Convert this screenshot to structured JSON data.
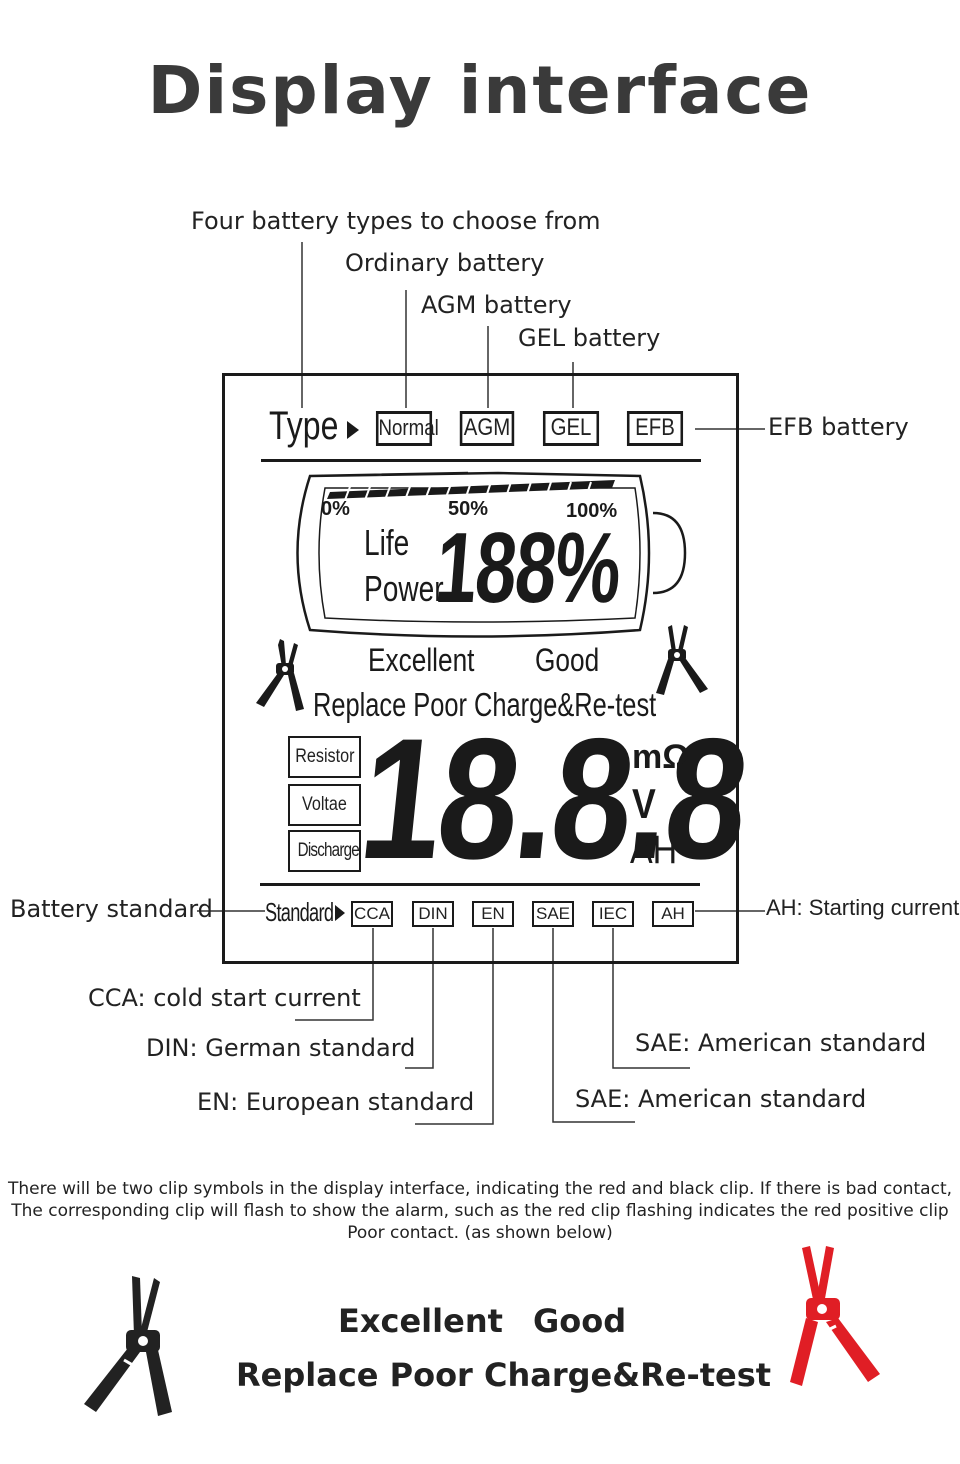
{
  "title": "Display interface",
  "callouts": {
    "four_types": "Four battery types to choose from",
    "ordinary": "Ordinary battery",
    "agm": "AGM battery",
    "gel": "GEL battery",
    "efb": "EFB battery",
    "battery_standard": "Battery standard",
    "ah_starting": "AH: Starting current",
    "cca": "CCA: cold start current",
    "din": "DIN: German standard",
    "en": "EN: European standard",
    "sae1": "SAE: American standard",
    "sae2": "SAE: American standard"
  },
  "lcd": {
    "type_label": "Type",
    "types": [
      "Normal",
      "AGM",
      "GEL",
      "EFB"
    ],
    "pct_0": "0%",
    "pct_50": "50%",
    "pct_100": "100%",
    "life": "Life",
    "power": "Power",
    "big_pct": "188%",
    "excellent": "Excellent",
    "good": "Good",
    "status_line": "Replace Poor Charge&Re-test",
    "modes": [
      "Resistor",
      "Voltae",
      "Discharge"
    ],
    "reading": "18.8.8",
    "units": [
      "mΩ",
      "V",
      "AH"
    ],
    "standard_label": "Standard",
    "standards": [
      "CCA",
      "DIN",
      "EN",
      "SAE",
      "IEC",
      "AH"
    ]
  },
  "note": "There will be two clip symbols in the display interface, indicating the red and black clip. If there is bad contact, The corresponding clip will flash to show the alarm, such as the red clip flashing indicates the red positive clip Poor contact. (as shown below)",
  "bottom": {
    "excellent": "Excellent",
    "good": "Good",
    "status_line": "Replace Poor Charge&Re-test"
  },
  "colors": {
    "red_clip": "#e01e25",
    "black_clip": "#222222"
  },
  "icons": [
    "black-clip-icon",
    "red-clip-icon",
    "battery-icon",
    "arrow-right-icon"
  ]
}
